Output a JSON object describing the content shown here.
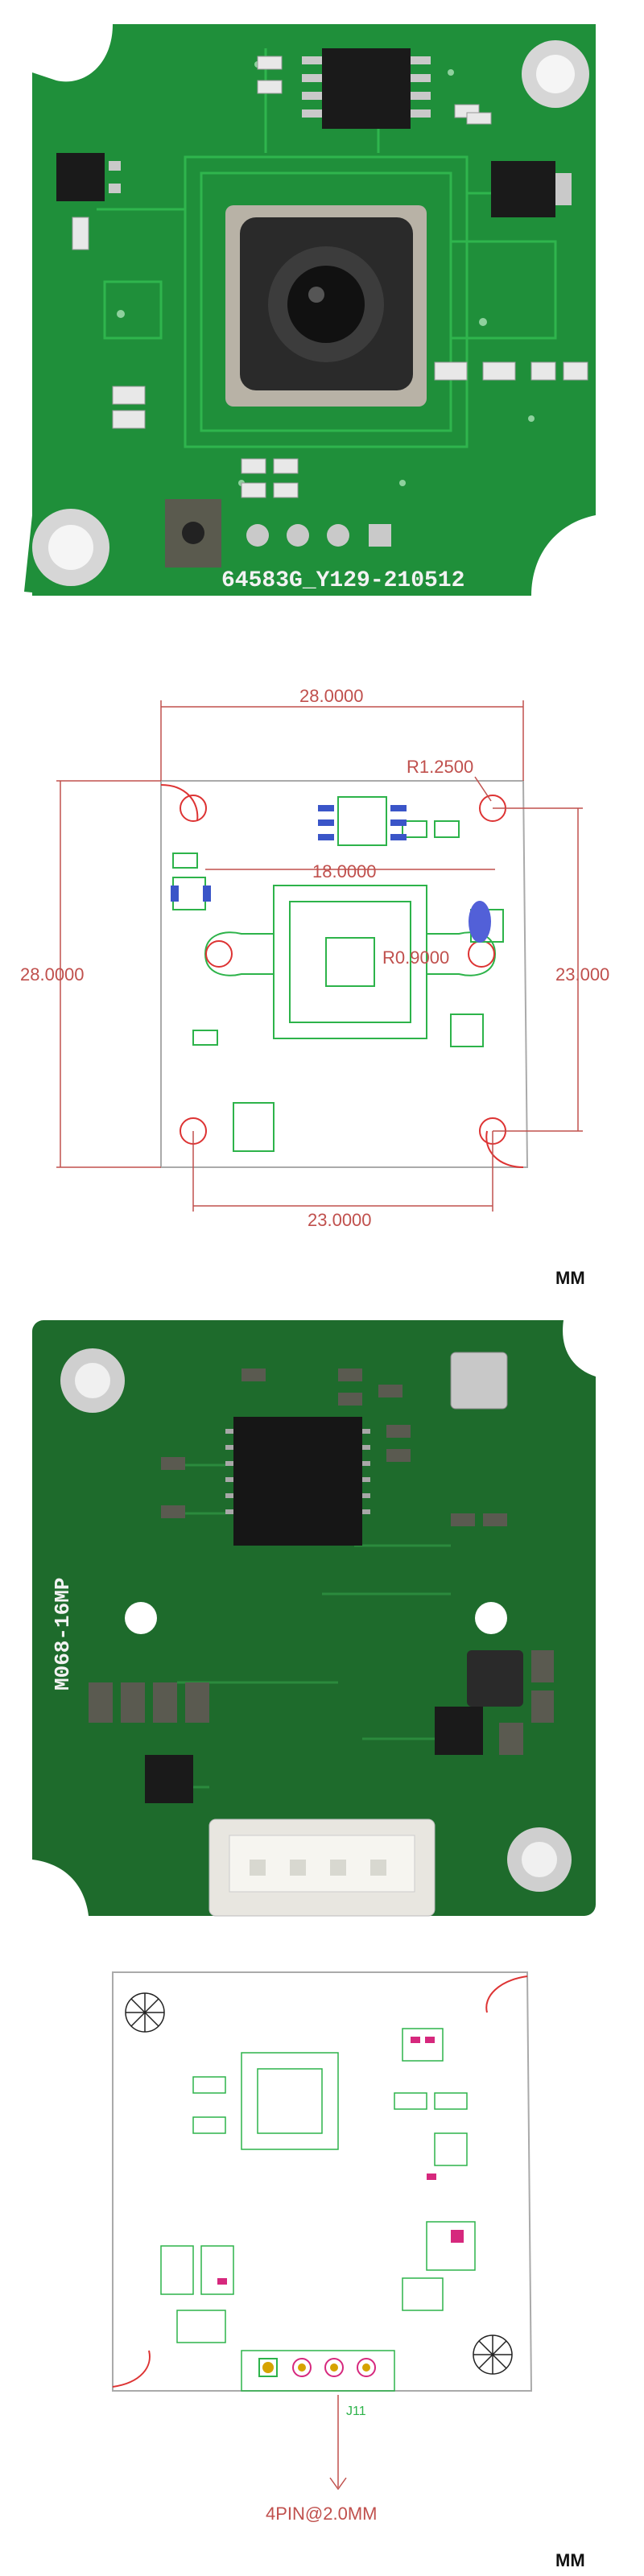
{
  "board_top_photo": {
    "silkscreen": "64583G_Y129-210512",
    "colors": {
      "pcb": "#1f8f3a",
      "trace": "#2fb54d",
      "pad": "#c9c9c9"
    }
  },
  "top_drawing": {
    "width_label": "28.0000",
    "height_label": "28.0000",
    "radius_label": "R1.2500",
    "inner_label": "18.0000",
    "hole_label": "R0.9000",
    "hole_span_horizontal": "23.0000",
    "hole_span_vertical": "23.000",
    "unit": "MM"
  },
  "board_bottom_photo": {
    "silkscreen": "M068-16MP",
    "colors": {
      "pcb": "#1e6b2c"
    }
  },
  "bottom_drawing": {
    "connector_label": "4PIN@2.0MM",
    "connector_ref": "J11",
    "unit": "MM"
  }
}
